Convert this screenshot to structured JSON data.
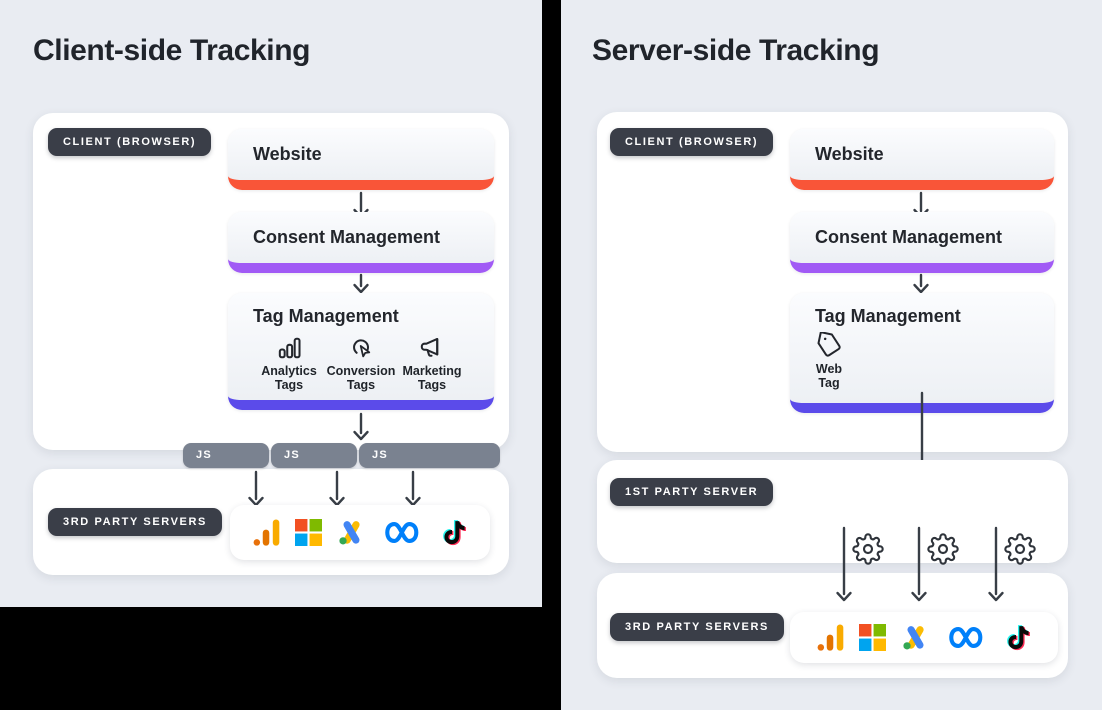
{
  "left": {
    "title": "Client-side Tracking",
    "client_badge": "CLIENT (BROWSER)",
    "website_label": "Website",
    "consent_label": "Consent Management",
    "tag_label": "Tag Management",
    "tag_items": [
      {
        "icon": "bar-chart-icon",
        "line1": "Analytics",
        "line2": "Tags"
      },
      {
        "icon": "cursor-click-icon",
        "line1": "Conversion",
        "line2": "Tags"
      },
      {
        "icon": "megaphone-icon",
        "line1": "Marketing",
        "line2": "Tags"
      }
    ],
    "js_chips": [
      "JS",
      "JS",
      "JS"
    ],
    "servers_badge": "3RD PARTY SERVERS"
  },
  "right": {
    "title": "Server-side Tracking",
    "client_badge": "CLIENT (BROWSER)",
    "website_label": "Website",
    "consent_label": "Consent Management",
    "tag_label": "Tag Management",
    "web_tag": {
      "icon": "tag-icon",
      "line1": "Web",
      "line2": "Tag"
    },
    "first_party_badge": "1ST PARTY SERVER",
    "servers_badge": "3RD PARTY SERVERS"
  },
  "logos": [
    "google-analytics",
    "microsoft",
    "google-ads",
    "meta",
    "tiktok"
  ],
  "colors": {
    "panel_bg": "#E9ECF2",
    "website_accent": "#F95538",
    "consent_accent": "#A15AF5",
    "tag_accent": "#5B4BEA",
    "badge_bg": "#3A3E48",
    "js_chip_bg": "#7A8290",
    "arrow": "#383E46"
  }
}
